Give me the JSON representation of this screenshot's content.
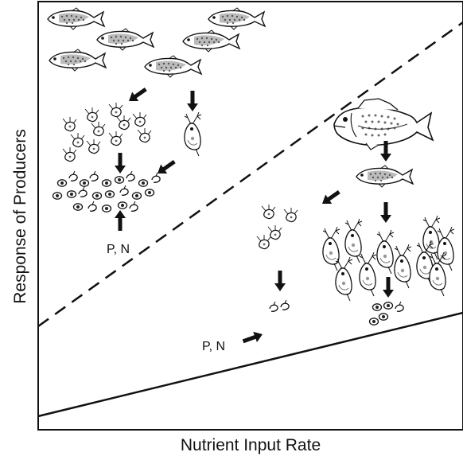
{
  "axes": {
    "xlabel": "Nutrient Input Rate",
    "ylabel": "Response of Producers"
  },
  "annotations": {
    "nutrients_upper": "P, N",
    "nutrients_lower": "P, N"
  },
  "icons": {
    "planktivore": "planktivorous-fish-icon",
    "piscivore": "piscivorous-fish-icon",
    "large_zooplankton": "daphnia-icon",
    "small_zooplankton": "small-zooplankton-icon",
    "phytoplankton": "algae-cell-icon",
    "flow_arrow": "arrow-icon"
  },
  "lines": {
    "upper_boundary": "dashed",
    "lower_boundary": "solid"
  }
}
